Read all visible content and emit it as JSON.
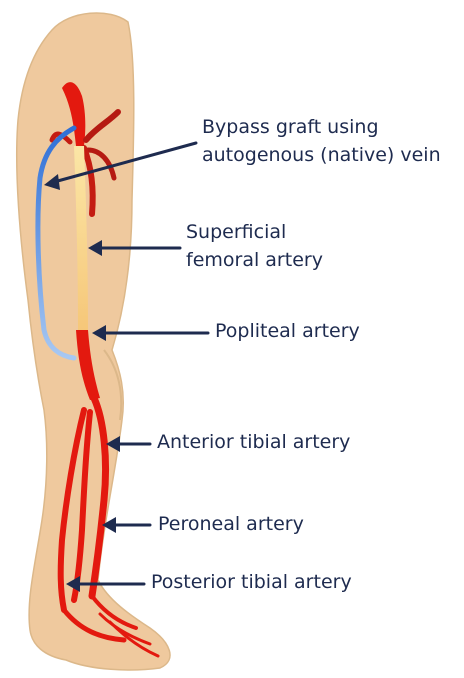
{
  "labels": [
    {
      "id": "bypass-graft",
      "lines": [
        "Bypass graft using",
        "autogenous (native) vein"
      ]
    },
    {
      "id": "superficial-femoral",
      "lines": [
        "Superficial",
        "femoral artery"
      ]
    },
    {
      "id": "popliteal",
      "lines": [
        "Popliteal artery"
      ]
    },
    {
      "id": "anterior-tibial",
      "lines": [
        "Anterior tibial artery"
      ]
    },
    {
      "id": "peroneal",
      "lines": [
        "Peroneal artery"
      ]
    },
    {
      "id": "posterior-tibial",
      "lines": [
        "Posterior tibial artery"
      ]
    }
  ],
  "colors": {
    "skin": "#efc99e",
    "skin_outline": "#d9b487",
    "artery": "#e3190f",
    "artery_dark": "#a8190f",
    "graft_top": "#2f6fd6",
    "graft_bottom": "#9fc3f0",
    "pointer": "#1e2b4f",
    "text": "#1e2b4f"
  }
}
